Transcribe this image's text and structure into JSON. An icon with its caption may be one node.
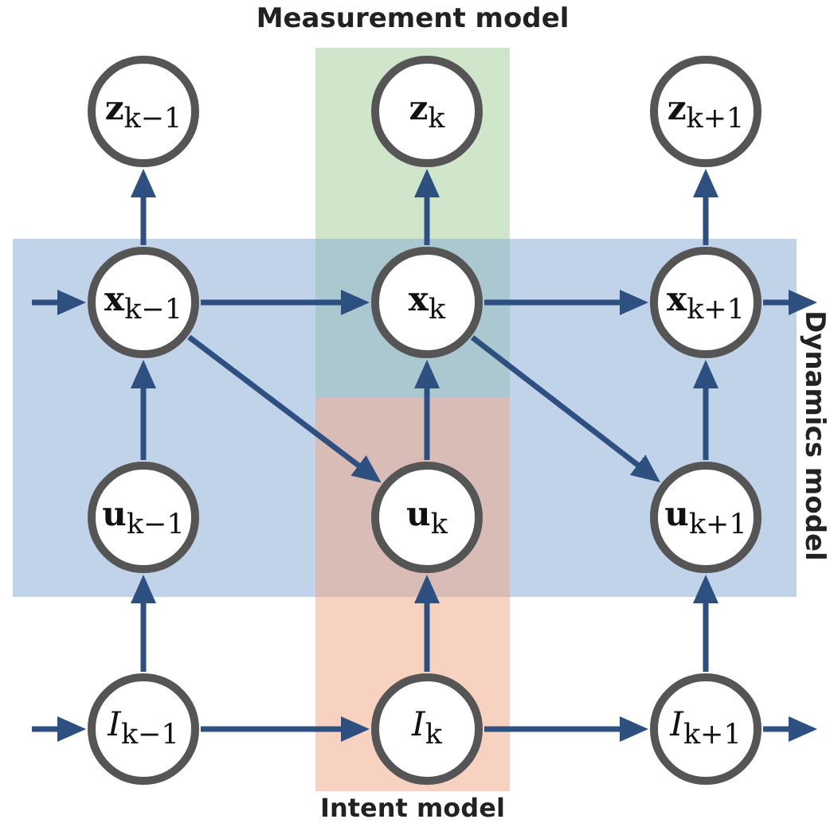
{
  "diagram": {
    "nodes": [
      {
        "text": [
          "Measurement model"
        ]
      },
      {
        "text": [
          "Dynamics model"
        ]
      },
      {
        "text": [
          "Intent model"
        ]
      },
      {
        "text": [
          "**z**$_{k−1}$"
        ]
      },
      {
        "text": [
          "**z**$_{k}$"
        ],
        "in": 0
      },
      {
        "text": [
          "**z**$_{k+1}$"
        ]
      },
      {
        "text": [
          "**x**$_{k−1}$"
        ],
        "in": 1
      },
      {
        "text": [
          "**x**$_{k}$"
        ]
      },
      {
        "text": [
          "**x**$_{k+1}$"
        ],
        "in": 1
      },
      {
        "text": [
          "**u**$_{k−1}$"
        ],
        "in": 1
      },
      {
        "text": [
          "**u**$_{k}$"
        ]
      },
      {
        "text": [
          "**u**$_{k+1}$"
        ],
        "in": 1
      },
      {
        "text": [
          "*I*$_{k−1}$"
        ]
      },
      {
        "text": [
          "*I*$_{k}$"
        ],
        "in": 2
      },
      {
        "text": [
          "*I*$_{k+1}$"
        ]
      }
    ],
    "edges": [
      {
        "from": null,
        "to": 6,
        "arrow": "to"
      },
      {
        "from": 6,
        "to": 3,
        "arrow": "to"
      },
      {
        "from": 6,
        "to": 7,
        "arrow": "to"
      },
      {
        "from": 6,
        "to": 10,
        "arrow": "to"
      },
      {
        "from": 7,
        "to": 4,
        "arrow": "to"
      },
      {
        "from": 7,
        "to": 8,
        "arrow": "to"
      },
      {
        "from": 7,
        "to": 11,
        "arrow": "to"
      },
      {
        "from": 8,
        "to": 5,
        "arrow": "to"
      },
      {
        "from": 8,
        "to": null,
        "arrow": "to"
      },
      {
        "from": 9,
        "to": 6,
        "arrow": "to"
      },
      {
        "from": 10,
        "to": 7,
        "arrow": "to"
      },
      {
        "from": 11,
        "to": 8,
        "arrow": "to"
      },
      {
        "from": 12,
        "to": 9,
        "arrow": "to"
      },
      {
        "from": 12,
        "to": 13,
        "arrow": "to"
      },
      {
        "from": 13,
        "to": 10,
        "arrow": "to"
      },
      {
        "from": 13,
        "to": 14,
        "arrow": "to"
      },
      {
        "from": 14,
        "to": 11,
        "arrow": "to"
      },
      {
        "from": null,
        "to": 12,
        "arrow": "to"
      },
      {
        "from": 14,
        "to": null,
        "arrow": "to"
      }
    ]
  }
}
